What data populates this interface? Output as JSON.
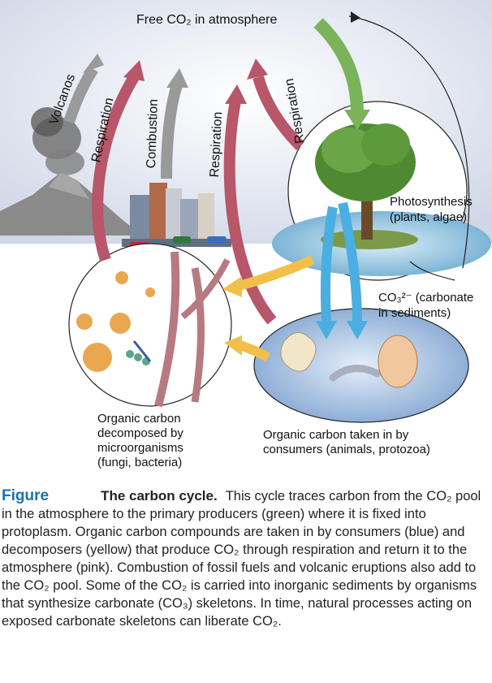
{
  "labels": {
    "atmosphere": "Free CO₂ in atmosphere",
    "volcanos": "Volcanos",
    "respiration_1": "Respiration",
    "combustion": "Combustion",
    "respiration_2": "Respiration",
    "respiration_3": "Respiration",
    "photosynthesis": "Photosynthesis",
    "photosynthesis_sub": "(plants, algae)",
    "carbonate": "CO₃²⁻ (carbonate",
    "carbonate_sub": "in sediments)",
    "decomposed_1": "Organic carbon",
    "decomposed_2": "decomposed by",
    "decomposed_3": "microorganisms",
    "decomposed_4": "(fungi, bacteria)",
    "consumers_1": "Organic carbon taken in by",
    "consumers_2": "consumers (animals, protozoa)"
  },
  "caption": {
    "figure": "Figure",
    "title": "The carbon cycle.",
    "text": "This cycle traces carbon from the CO₂ pool in the atmosphere to the primary producers (green) where it is fixed into protoplasm. Organic carbon compounds are taken in by consumers (blue) and decomposers (yellow) that produce CO₂ through respiration and return it to the atmosphere (pink). Combustion of fossil fuels and volcanic eruptions also add to the CO₂ pool. Some of the CO₂ is carried into inorganic sediments by organisms that synthesize carbonate (CO₃) skeletons. In time, natural processes acting on exposed carbonate skeletons can liberate CO₂."
  },
  "colors": {
    "respiration": "#b8566a",
    "photosynthesis": "#7ab35a",
    "consumers": "#4aaee0",
    "decomposers": "#f2c04a",
    "emissions": "#9a9a9a",
    "figure_accent": "#1d6fb0"
  }
}
